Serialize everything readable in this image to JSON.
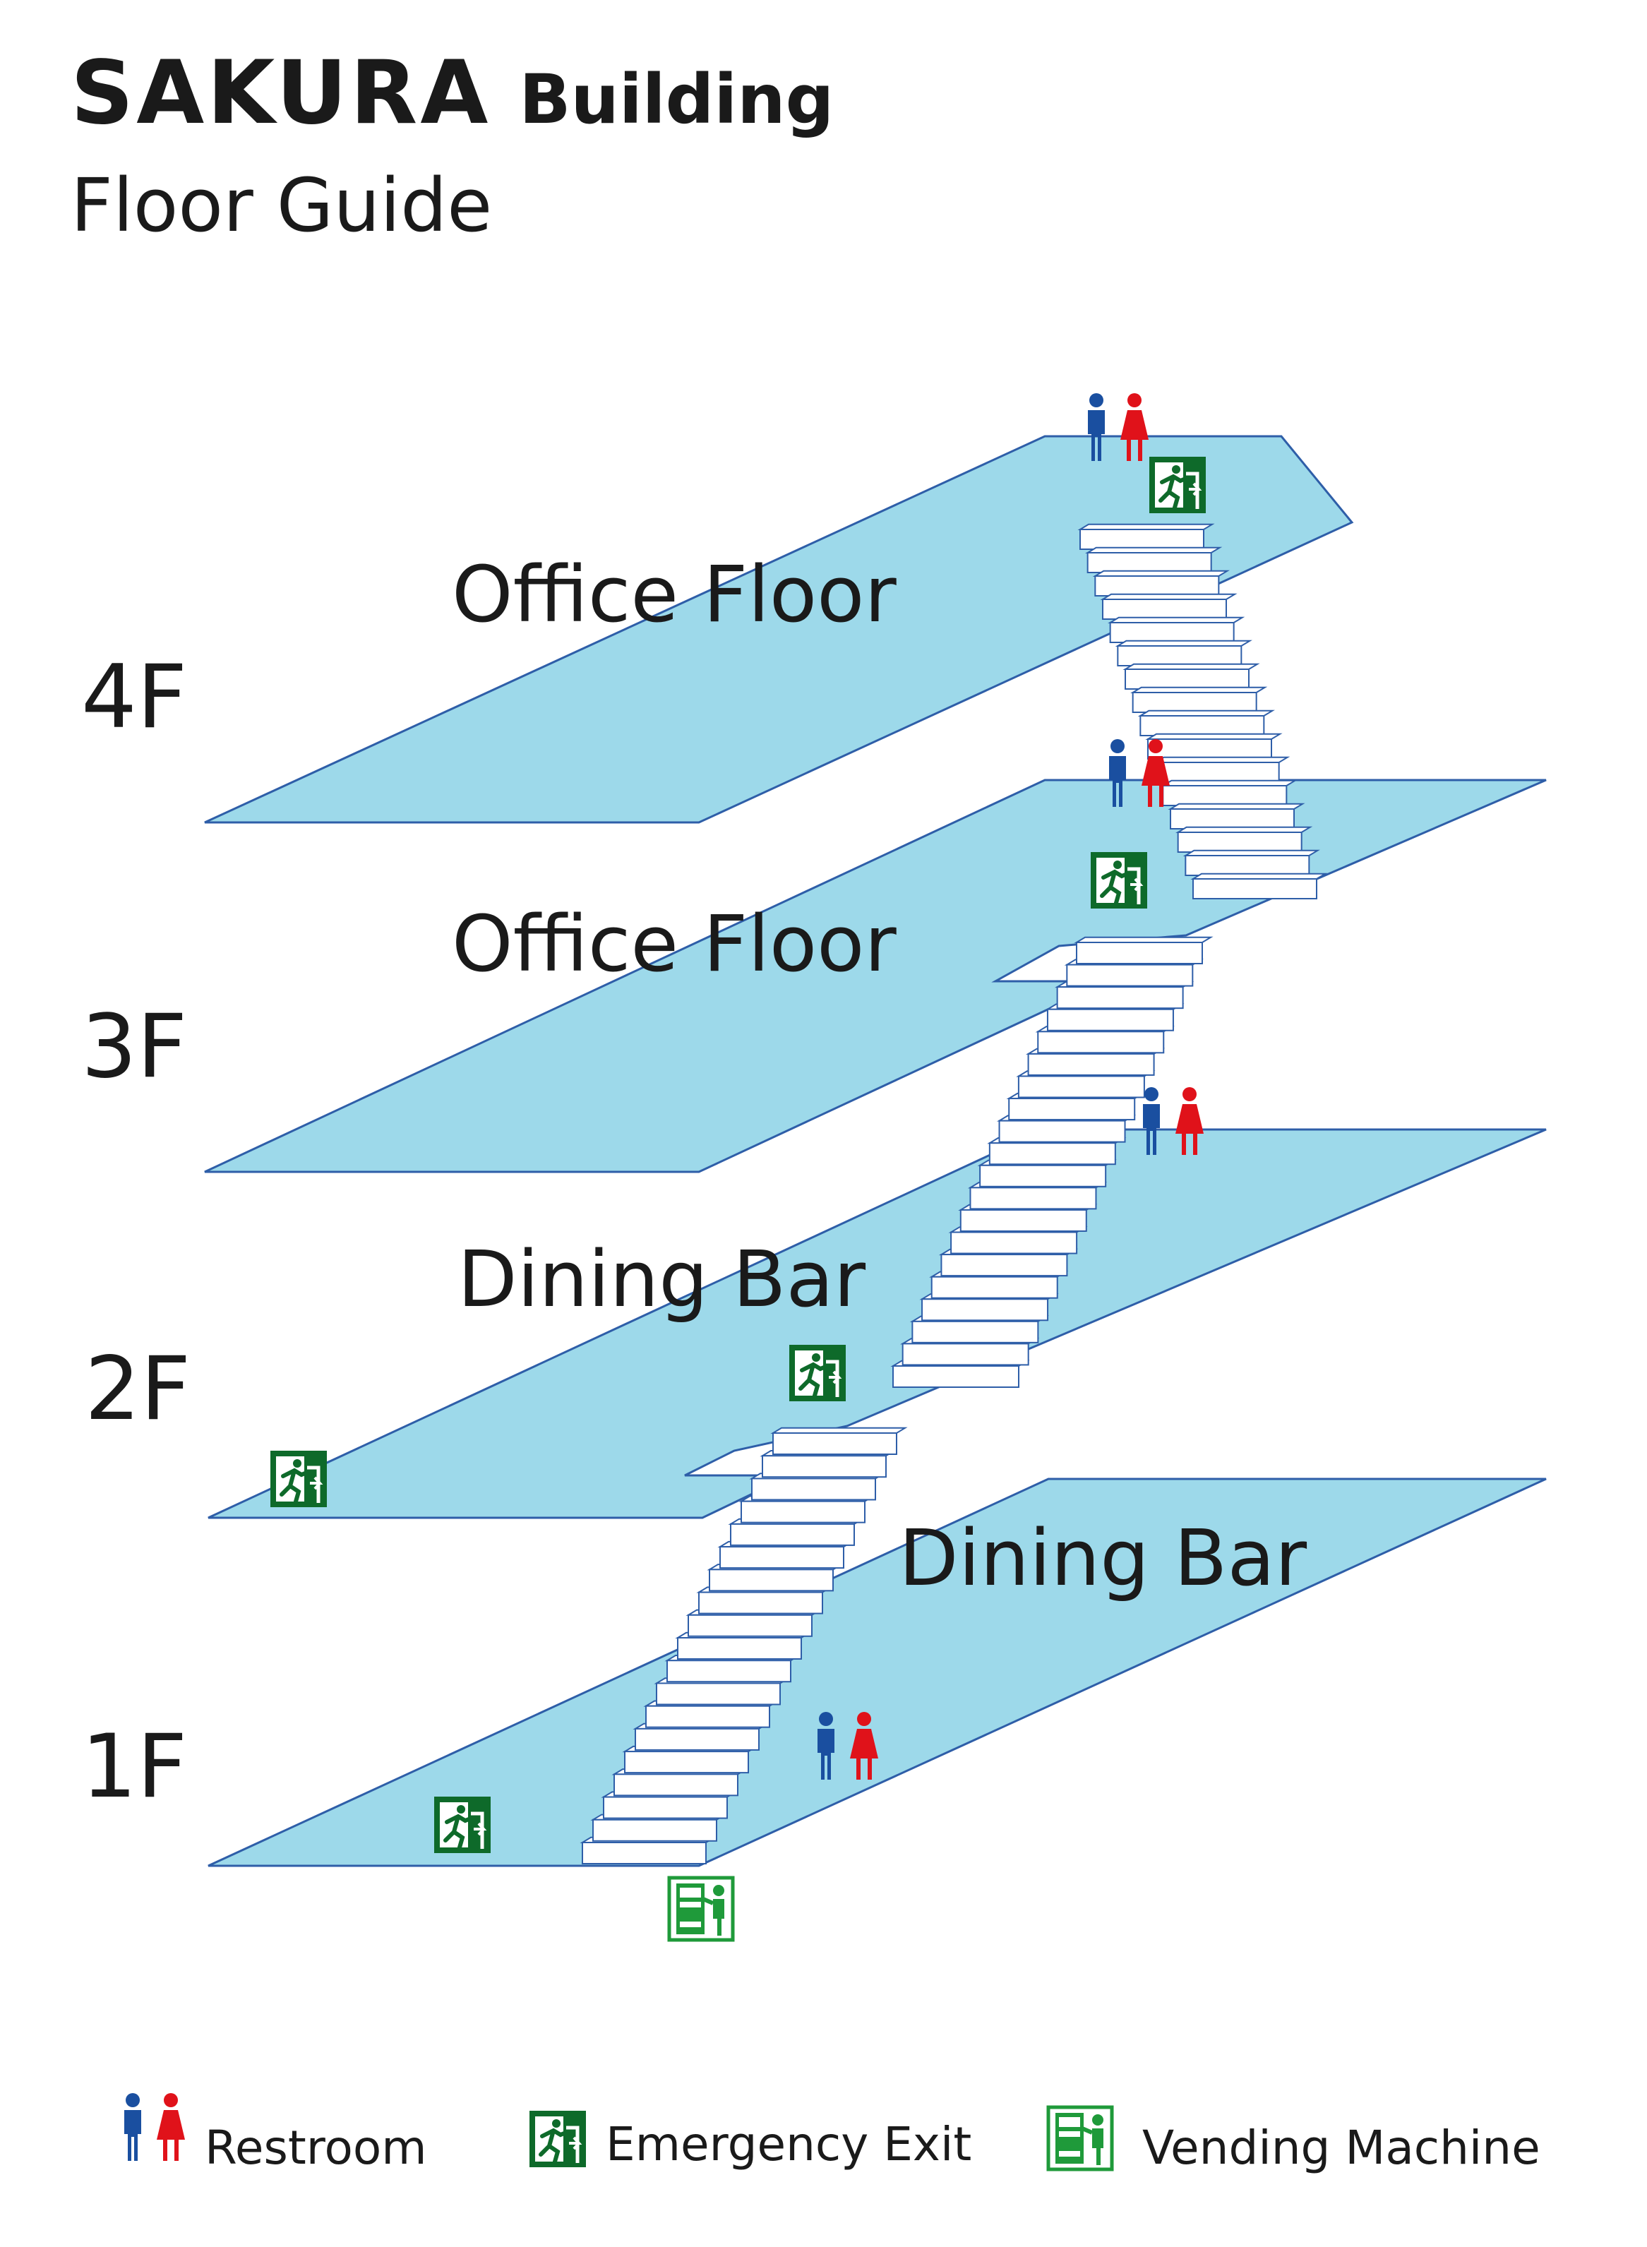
{
  "header": {
    "building_name": "SAKURA",
    "building_word": "Building",
    "subtitle": "Floor Guide"
  },
  "floors": [
    {
      "number": "4F",
      "name": "Office Floor"
    },
    {
      "number": "3F",
      "name": "Office Floor"
    },
    {
      "number": "2F",
      "name": "Dining Bar"
    },
    {
      "number": "1F",
      "name": "Dining Bar"
    }
  ],
  "legend": [
    {
      "icon": "restroom-icon",
      "label": "Restroom"
    },
    {
      "icon": "emergency-exit-icon",
      "label": "Emergency Exit"
    },
    {
      "icon": "vending-machine-icon",
      "label": "Vending Machine"
    }
  ],
  "colors": {
    "floor_fill": "#9dd9ea",
    "floor_stroke": "#2e5ea8",
    "male": "#1a4fa0",
    "female": "#e0121a",
    "exit": "#0e6a2a",
    "vending": "#1f9a3a"
  }
}
